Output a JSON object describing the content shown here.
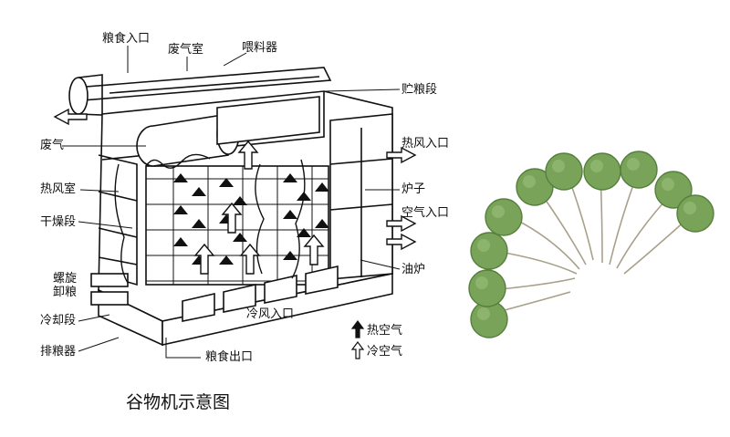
{
  "diagram": {
    "caption": "谷物机示意图",
    "labels": {
      "grain_inlet": "粮食入口",
      "exhaust_chamber": "废气室",
      "sprayer": "喂料器",
      "storage_section": "贮粮段",
      "exhaust_gas": "废气",
      "hot_air_inlet": "热风入口",
      "hot_air_chamber": "热风室",
      "furnace": "炉子",
      "drying_section": "干燥段",
      "air_inlet": "空气入口",
      "spiral_unloader": "螺旋卸粮",
      "oil_furnace": "油炉",
      "cooling_section": "冷却段",
      "cold_air_inlet": "冷风入口",
      "discharger": "排粮器",
      "grain_outlet": "粮食出口"
    },
    "legend": {
      "hot_air": "热空气",
      "cold_air": "冷空气"
    }
  },
  "colors": {
    "line": "#111111",
    "resistor_green": "#7aa35a",
    "resistor_dark": "#55803c",
    "lead": "#a8a08a"
  },
  "icons": {
    "hot_air_arrow": "filled-arrow-icon",
    "cold_air_arrow": "outline-arrow-icon"
  }
}
